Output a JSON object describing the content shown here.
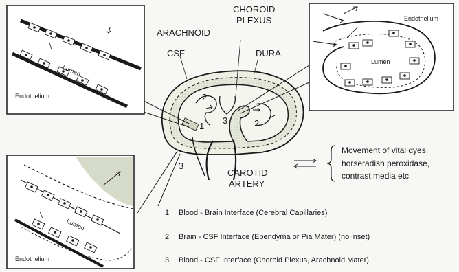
{
  "labels": {
    "arachnoid": "ARACHNOID",
    "choroid_line1": "CHOROID",
    "choroid_line2": "PLEXUS",
    "csf": "CSF",
    "dura": "DURA",
    "carotid_line1": "CAROTID",
    "carotid_line2": "ARTERY",
    "num1": "1",
    "num2_left": "2",
    "num2_right": "2",
    "num3_center": "3",
    "num3_lower": "3"
  },
  "insets": {
    "top_left": {
      "lumen": "Lumen",
      "endothelium": "Endothelium"
    },
    "top_right": {
      "lumen": "Lumen",
      "endothelium": "Endothelium"
    },
    "bottom_left": {
      "lumen": "Lumen",
      "endothelium": "Endothelium"
    }
  },
  "movement": {
    "line1": "Movement of vital dyes,",
    "line2": "horseradish peroxidase,",
    "line3": "contrast media etc"
  },
  "legend": [
    {
      "num": "1",
      "text": "Blood - Brain Interface (Cerebral Capillaries)"
    },
    {
      "num": "2",
      "text": "Brain - CSF Interface (Ependyma or Pia Mater) (no inset)"
    },
    {
      "num": "3",
      "text": "Blood - CSF Interface (Choroid Plexus, Arachnoid Mater)"
    }
  ],
  "colors": {
    "ink": "#1a1a1a",
    "brain_fill": "#dfe3d3",
    "inset_bg": "#ffffff",
    "shade": "#cfd4c2"
  }
}
